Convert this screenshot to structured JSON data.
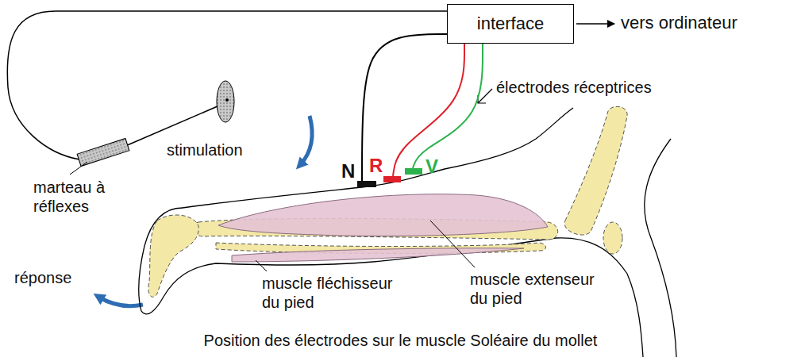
{
  "diagram": {
    "caption": "Position des électrodes sur le muscle Soléaire du mollet",
    "nodes": [
      {
        "text": [
          "interface"
        ]
      },
      {
        "text": [
          "N"
        ]
      },
      {
        "text": [
          "R"
        ]
      },
      {
        "text": [
          "V"
        ]
      }
    ],
    "edges": [
      {
        "from": 0,
        "to": 1,
        "arrow": "none"
      },
      {
        "from": 0,
        "to": 2,
        "arrow": "none"
      },
      {
        "from": 0,
        "to": 3,
        "arrow": "none"
      }
    ],
    "labels": [
      "marteau à réflexes",
      "stimulation",
      "électrodes réceptrices",
      "vers ordinateur",
      "réponse",
      "muscle fléchisseur du pied",
      "muscle extenseur du pied"
    ]
  }
}
